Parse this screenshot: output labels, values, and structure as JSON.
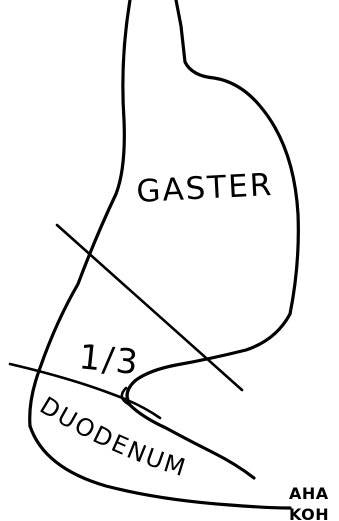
{
  "labels": {
    "gaster": "GASTER",
    "fraction": "1/3",
    "duodenum": "DUODENUM",
    "caption_line1": "AHA",
    "caption_line2": "KOH"
  },
  "colors": {
    "ink": "#000000",
    "background": "#ffffff"
  }
}
